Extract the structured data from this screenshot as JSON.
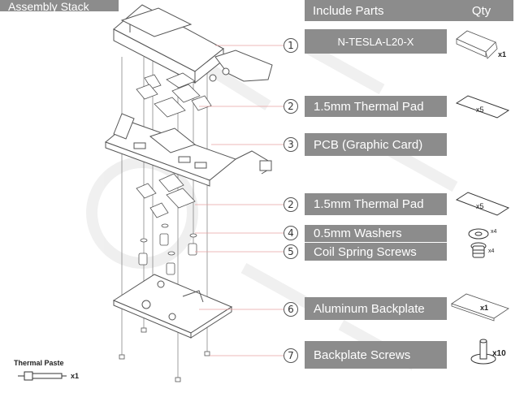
{
  "headers": {
    "assembly": "Assembly Stack",
    "include_parts": "Include Parts",
    "qty": "Qty"
  },
  "parts": [
    {
      "number": "1",
      "name": "N-TESLA-L20-X",
      "qty": "x1"
    },
    {
      "number": "2",
      "name": "1.5mm Thermal Pad",
      "qty": "x5"
    },
    {
      "number": "3",
      "name": "PCB (Graphic Card)",
      "qty": ""
    },
    {
      "number": "2",
      "name": "1.5mm Thermal Pad",
      "qty": "x5"
    },
    {
      "number": "4",
      "name": "0.5mm Washers",
      "qty": "x4"
    },
    {
      "number": "5",
      "name": "Coil Spring Screws",
      "qty": "x4"
    },
    {
      "number": "6",
      "name": "Aluminum Backplate",
      "qty": "x1"
    },
    {
      "number": "7",
      "name": "Backplate Screws",
      "qty": "x10"
    }
  ],
  "thermal_paste": {
    "label": "Thermal Paste",
    "qty": "x1"
  },
  "colors": {
    "label_bg": "#8c8c8c",
    "leader_line": "#e8a0a0",
    "line_art": "#555555"
  }
}
